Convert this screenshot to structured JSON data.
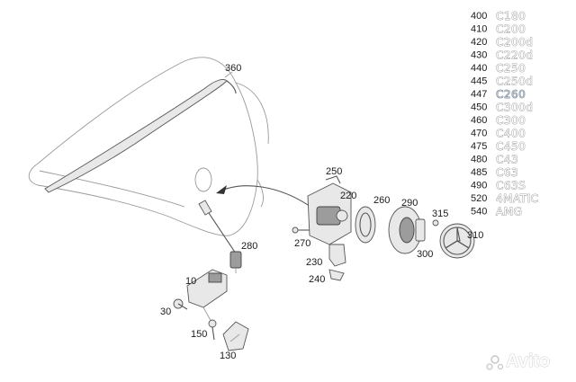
{
  "callouts": {
    "c360": "360",
    "c250": "250",
    "c220": "220",
    "c260": "260",
    "c290": "290",
    "c315": "315",
    "c270": "270",
    "c310": "310",
    "c280": "280",
    "c300": "300",
    "c230": "230",
    "c240": "240",
    "c10": "10",
    "c30": "30",
    "c150": "150",
    "c130": "130"
  },
  "badges": [
    {
      "code": "400",
      "text": "C180"
    },
    {
      "code": "410",
      "text": "C200"
    },
    {
      "code": "420",
      "text": "C200d"
    },
    {
      "code": "430",
      "text": "C220d"
    },
    {
      "code": "440",
      "text": "C250"
    },
    {
      "code": "445",
      "text": "C250d"
    },
    {
      "code": "447",
      "text": "C260"
    },
    {
      "code": "450",
      "text": "C300d"
    },
    {
      "code": "460",
      "text": "C300"
    },
    {
      "code": "470",
      "text": "C400"
    },
    {
      "code": "475",
      "text": "C450"
    },
    {
      "code": "480",
      "text": "C43"
    },
    {
      "code": "485",
      "text": "C63"
    },
    {
      "code": "490",
      "text": "C63S"
    },
    {
      "code": "520",
      "text": "4MATIC"
    },
    {
      "code": "540",
      "text": "AMG"
    }
  ],
  "watermark": "Avito",
  "colors": {
    "line": "#9a9a9a",
    "ink": "#1a1a1a",
    "badge_c260": "#b9c2cc"
  }
}
